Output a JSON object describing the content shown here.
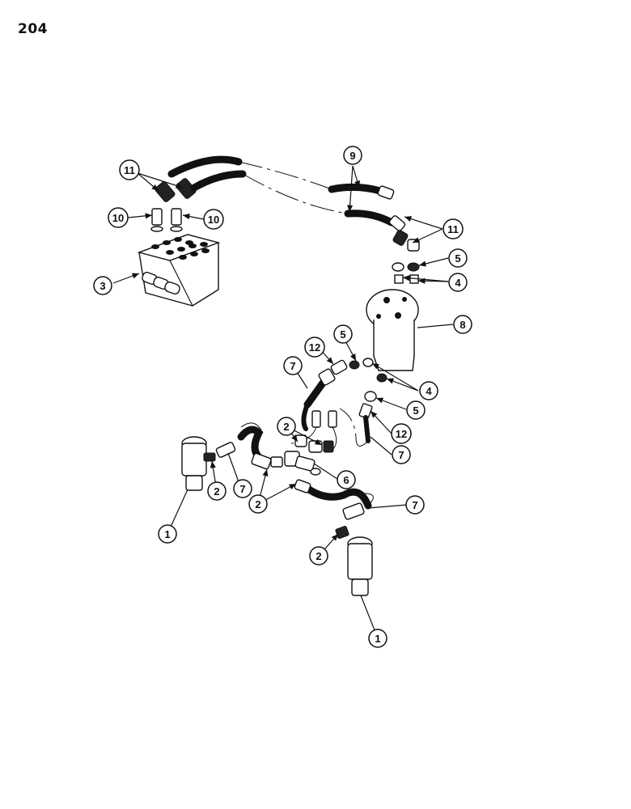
{
  "page_number": "204",
  "callouts": {
    "c1a": "1",
    "c1b": "1",
    "c2a": "2",
    "c2b": "2",
    "c2c": "2",
    "c2d": "2",
    "c3": "3",
    "c4a": "4",
    "c4b": "4",
    "c5a": "5",
    "c5b": "5",
    "c5c": "5",
    "c6": "6",
    "c7a": "7",
    "c7b": "7",
    "c7c": "7",
    "c7d": "7",
    "c8": "8",
    "c9": "9",
    "c10a": "10",
    "c10b": "10",
    "c11a": "11",
    "c11b": "11",
    "c12a": "12",
    "c12b": "12"
  }
}
